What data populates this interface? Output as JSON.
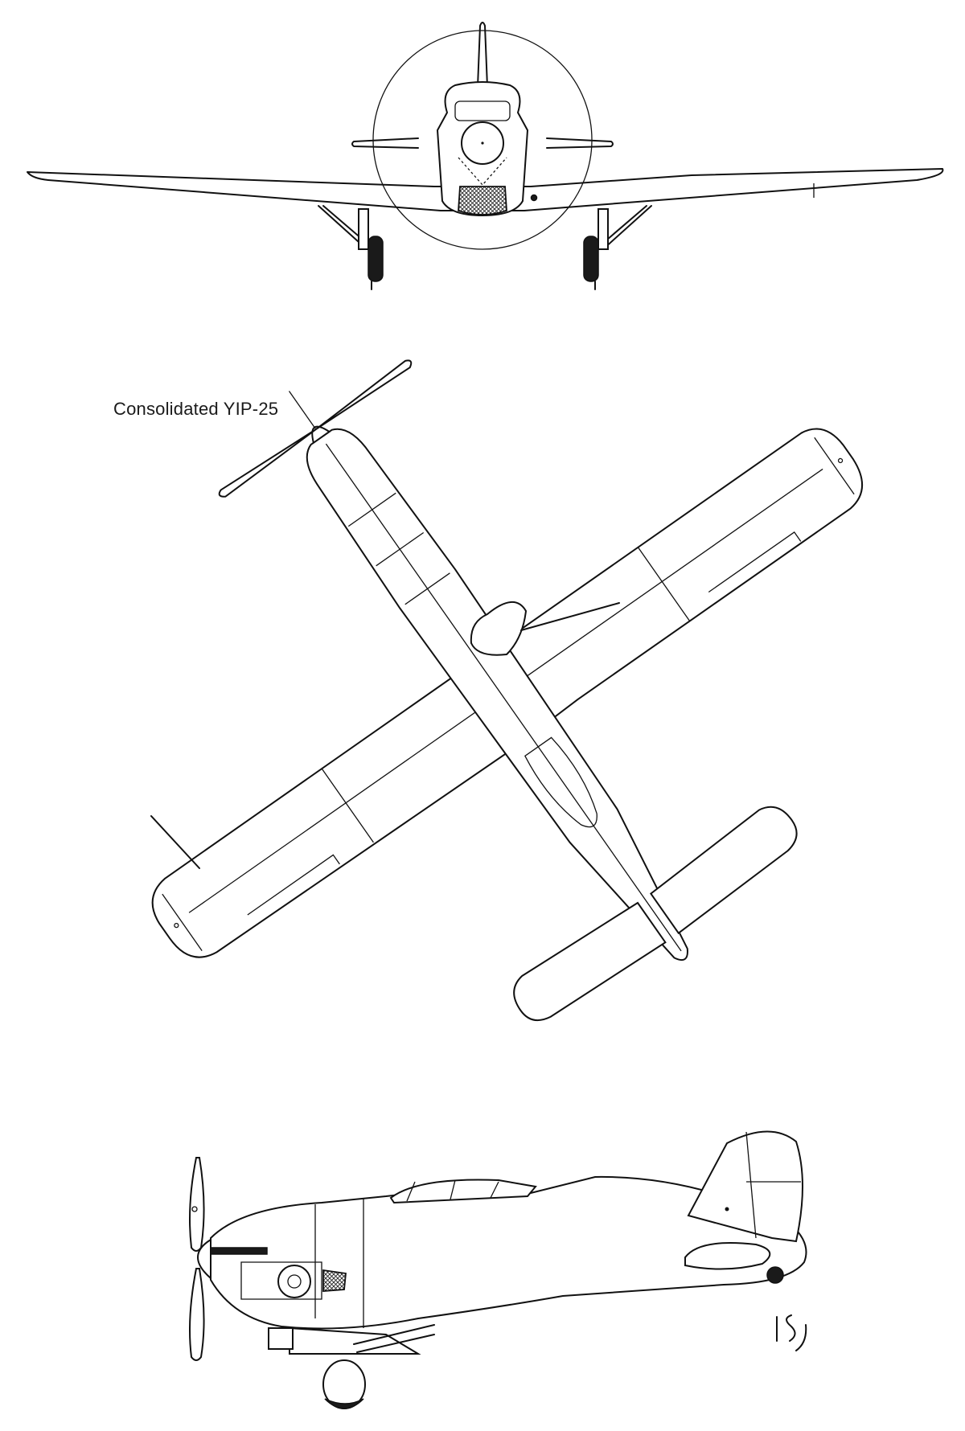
{
  "figure": {
    "caption": "Consolidated YIP-25",
    "signature": "LSJ",
    "views": [
      "front-view",
      "plan-view",
      "side-view"
    ],
    "line_color": "#111111",
    "background": "#ffffff"
  }
}
